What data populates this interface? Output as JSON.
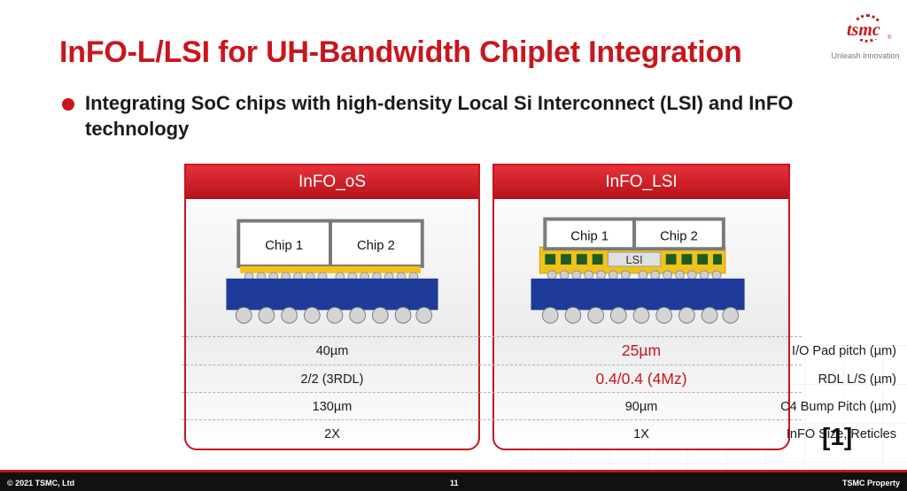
{
  "slide": {
    "title": "InFO-L/LSI for UH-Bandwidth Chiplet Integration",
    "bullet": "Integrating SoC chips with high-density Local Si Interconnect (LSI) and InFO technology",
    "reference": "[1]"
  },
  "logo": {
    "wordmark": "tsmc",
    "registered": "®",
    "tagline": "Unleash Innovation"
  },
  "panels": [
    {
      "header": "InFO_oS",
      "chips": [
        "Chip 1",
        "Chip 2"
      ],
      "lsi_label": ""
    },
    {
      "header": "InFO_LSI",
      "chips": [
        "Chip 1",
        "Chip 2"
      ],
      "lsi_label": "LSI"
    }
  ],
  "table": {
    "rows": [
      {
        "label": "I/O Pad pitch (µm)",
        "info_os": "40µm",
        "info_lsi": "25µm"
      },
      {
        "label": "RDL L/S (µm)",
        "info_os": "2/2 (3RDL)",
        "info_lsi": "0.4/0.4 (4Mz)"
      },
      {
        "label": "C4 Bump Pitch (µm)",
        "info_os": "130µm",
        "info_lsi": "90µm"
      },
      {
        "label": "InFO Size, Reticles",
        "info_os": "2X",
        "info_lsi": "1X"
      }
    ]
  },
  "footer": {
    "copyright": "© 2021 TSMC, Ltd",
    "page": "11",
    "property": "TSMC Property"
  },
  "colors": {
    "accent": "#c8161d",
    "substrate": "#1e3a9a",
    "underfill": "#f2c21a",
    "lsi_green": "#1f5c1f"
  }
}
